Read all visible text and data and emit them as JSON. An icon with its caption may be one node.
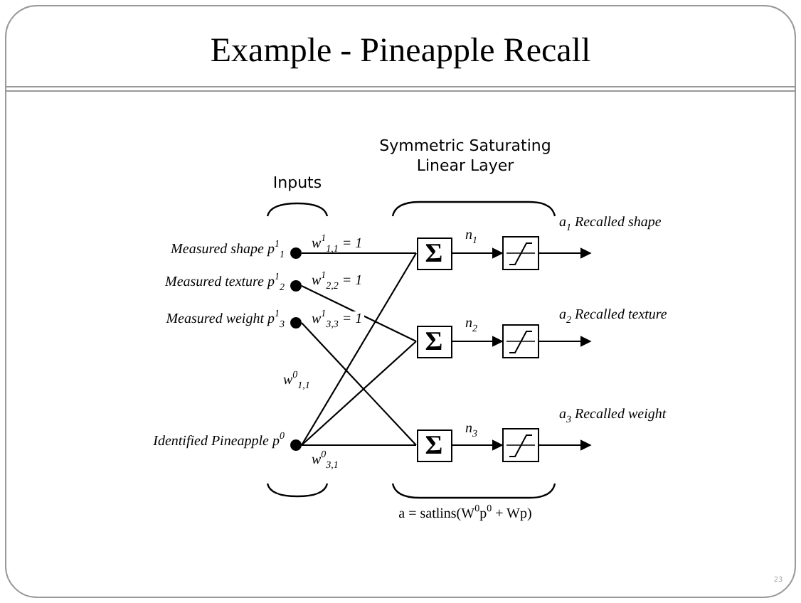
{
  "diagram": {
    "title": "Example - Pineapple Recall",
    "nodes": [
      {
        "text": [],
        "shape": "circle",
        "beside": [
          "Measured shape p$^{1}$$_{1}$"
        ]
      },
      {
        "text": [],
        "shape": "circle",
        "beside": [
          "Measured texture p$^{1}$$_{2}$"
        ]
      },
      {
        "text": [],
        "shape": "circle",
        "beside": [
          "Measured weight p$^{1}$$_{3}$"
        ]
      },
      {
        "text": [],
        "shape": "circle",
        "beside": [
          "Identified Pineapple p$^{0}$"
        ]
      },
      {
        "text": [
          "Σ"
        ]
      },
      {
        "text": [
          "Σ"
        ]
      },
      {
        "text": [
          "Σ"
        ]
      },
      {
        "text": [],
        "shape": "box"
      },
      {
        "text": [],
        "shape": "box"
      },
      {
        "text": [],
        "shape": "box"
      }
    ],
    "edges": [
      {
        "from": 0,
        "to": 4,
        "arrow": "none",
        "label": "w$^{1}$$_{1,1}$ = 1"
      },
      {
        "from": 1,
        "to": 5,
        "arrow": "none",
        "label": "w$^{1}$$_{2,2}$ = 1"
      },
      {
        "from": 2,
        "to": 6,
        "arrow": "none",
        "label": "w$^{1}$$_{3,3}$ = 1"
      },
      {
        "from": 3,
        "to": 4,
        "arrow": "none",
        "label": "w$^{0}$$_{1,1}$"
      },
      {
        "from": 3,
        "to": 5,
        "arrow": "none"
      },
      {
        "from": 3,
        "to": 6,
        "arrow": "none",
        "label": "w$^{0}$$_{3,1}$"
      },
      {
        "from": 4,
        "to": 7,
        "arrow": "to",
        "label": "n$_{1}$"
      },
      {
        "from": 5,
        "to": 8,
        "arrow": "to",
        "label": "n$_{2}$"
      },
      {
        "from": 6,
        "to": 9,
        "arrow": "to",
        "label": "n$_{3}$"
      },
      {
        "from": 7,
        "to": null,
        "arrow": "to",
        "label": "a$_{1}$ Recalled shape"
      },
      {
        "from": 8,
        "to": null,
        "arrow": "to",
        "label": "a$_{2}$ Recalled texture"
      },
      {
        "from": 9,
        "to": null,
        "arrow": "to",
        "label": "a$_{3}$ Recalled weight"
      }
    ],
    "labels": [
      "Inputs",
      "Symmetric Saturating Linear Layer",
      "a = satlins(W$^{0}$p$^{0}$ + Wp)",
      "23"
    ]
  }
}
